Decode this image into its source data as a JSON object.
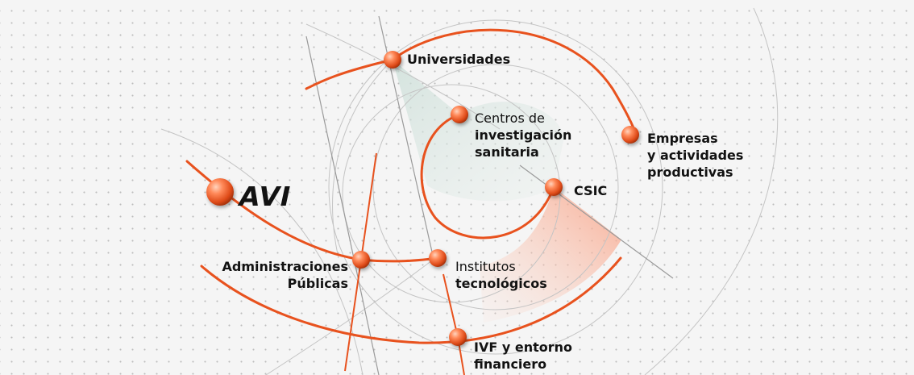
{
  "colors": {
    "accent": "#e8521e",
    "node_light": "#ff9a72",
    "node_dark": "#c83b0f",
    "grey_line": "#b8b8b8",
    "dark_line": "#8a8a8a",
    "text": "#121212"
  },
  "logo": {
    "text": "AVI"
  },
  "nodes": {
    "universidades": {
      "bold": "Universidades"
    },
    "centros": {
      "line1": "Centros de",
      "line2": "investigación",
      "line3": "sanitaria"
    },
    "empresas": {
      "line1": "Empresas",
      "line2": "y actividades",
      "line3": "productivas"
    },
    "csic": {
      "bold": "CSIC"
    },
    "administraciones": {
      "line1": "Administraciones",
      "line2": "Públicas"
    },
    "institutos": {
      "line1": "Institutos",
      "line2": "tecnológicos"
    },
    "ivf": {
      "line1": "IVF y entorno",
      "line2": "financiero"
    }
  }
}
